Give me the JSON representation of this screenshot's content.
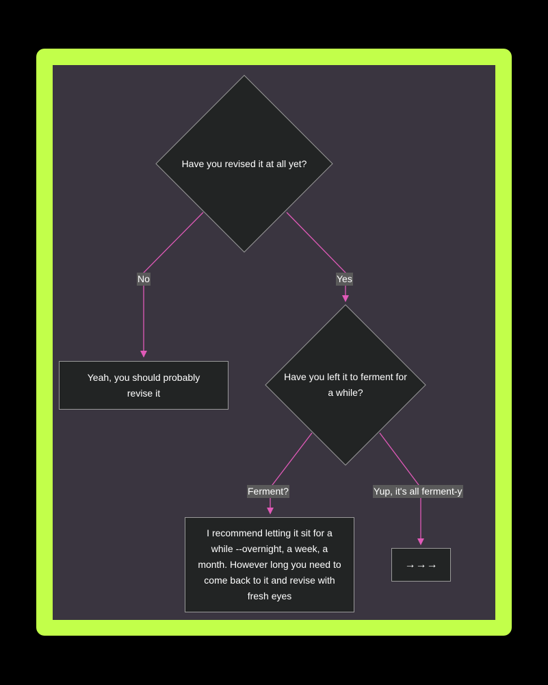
{
  "colors": {
    "frame": "#c2ff4a",
    "canvas": "#3a3540",
    "node_fill": "#222424",
    "node_stroke": "#9a9a9a",
    "edge": "#e05ab8",
    "edge_label_bg": "#5a5a5a",
    "text": "#ffffff"
  },
  "nodes": {
    "q1": {
      "shape": "diamond",
      "label": "Have you revised it at all yet?"
    },
    "revise": {
      "shape": "rect",
      "label": "Yeah, you should probably revise it"
    },
    "q2": {
      "shape": "diamond",
      "label": "Have you left it to ferment for a while?"
    },
    "letsit": {
      "shape": "rect",
      "label": "I recommend letting it sit for a while --overnight, a week, a month. However long you need to come back to it and revise with fresh eyes"
    },
    "next": {
      "shape": "rect",
      "label": "→→→"
    }
  },
  "edges": {
    "no": {
      "from": "q1",
      "to": "revise",
      "label": "No"
    },
    "yes": {
      "from": "q1",
      "to": "q2",
      "label": "Yes"
    },
    "ferment": {
      "from": "q2",
      "to": "letsit",
      "label": "Ferment?"
    },
    "yup": {
      "from": "q2",
      "to": "next",
      "label": "Yup, it's all ferment-y"
    }
  }
}
